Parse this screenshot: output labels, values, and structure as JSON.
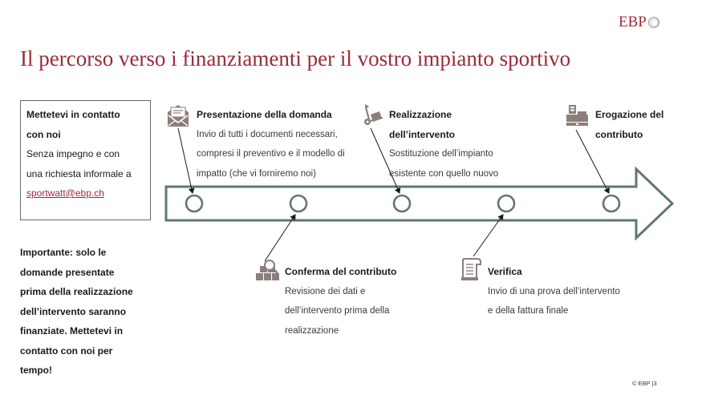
{
  "logo": {
    "text": "EBP",
    "icon": "circle-rings-logo-icon"
  },
  "title": "Il percorso verso i finanziamenti per il vostro impianto sportivo",
  "contact": {
    "heading_line1": "Mettetevi in contatto",
    "heading_line2": "con noi",
    "body_line1": "Senza impegno e con",
    "body_line2": "una richiesta informale a",
    "email": "sportwatt@ebp.ch"
  },
  "important": {
    "lines": [
      "Importante: solo le",
      "domande presentate",
      "prima della realizzazione",
      "dell’intervento saranno",
      "finanziate. Mettetevi in",
      "contatto con noi per",
      "tempo!"
    ]
  },
  "steps": [
    {
      "icon": "open-envelope-icon",
      "heading_lines": [
        "Presentazione della domanda"
      ],
      "desc_lines": [
        "Invio di tutti i documenti necessari,",
        "compresi il preventivo e il modello di",
        "impatto (che vi forniremo noi)"
      ]
    },
    {
      "icon": "search-boxes-icon",
      "heading_lines": [
        "Conferma del contributo"
      ],
      "desc_lines": [
        "Revisione dei dati e",
        "dell’intervento prima della",
        "realizzazione"
      ]
    },
    {
      "icon": "hand-truck-icon",
      "heading_lines": [
        "Realizzazione",
        "dell’intervento"
      ],
      "desc_lines": [
        "Sostituzione dell’impianto",
        "esistente con quello nuovo"
      ]
    },
    {
      "icon": "document-scroll-icon",
      "heading_lines": [
        "Verifica"
      ],
      "desc_lines": [
        "Invio di una prova dell’intervento",
        "e della fattura finale"
      ]
    },
    {
      "icon": "cash-register-icon",
      "heading_lines": [
        "Erogazione del",
        "contributo"
      ],
      "desc_lines": []
    }
  ],
  "colors": {
    "brand": "#9b2b3a",
    "arrow": "#5f7a68",
    "icon": "#8c7f7b"
  },
  "footer": "© EBP |3"
}
